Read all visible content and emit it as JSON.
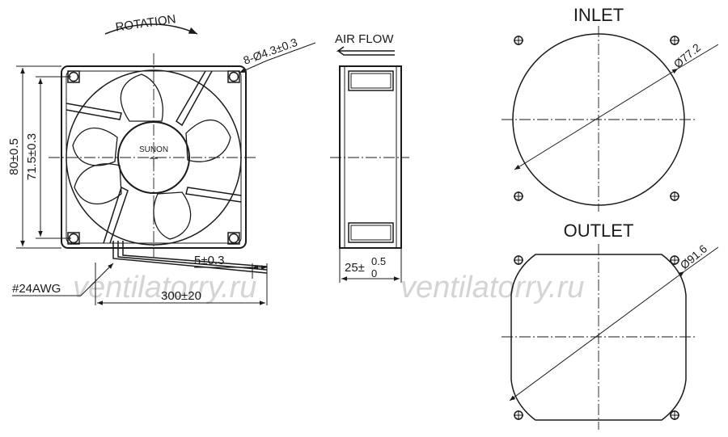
{
  "labels": {
    "rotation": "ROTATION",
    "air_flow": "AIR FLOW",
    "hole_spec": "8-Ø4.3±0.3",
    "brand": "SUNON",
    "height_outer": "80±0.5",
    "height_hole": "71.5±0.3",
    "wire_strip": "5±0.3",
    "wire_gauge": "#24AWG",
    "wire_length": "300±20",
    "thickness_base": "25±",
    "thickness_upper": "0.5",
    "thickness_lower": "0",
    "inlet": "INLET",
    "outlet": "OUTLET",
    "inlet_dia": "Ø77.2",
    "outlet_dia": "Ø91.6"
  },
  "watermark": {
    "left": "ventilatorry.ru",
    "right": "ventilatorry.ru"
  }
}
